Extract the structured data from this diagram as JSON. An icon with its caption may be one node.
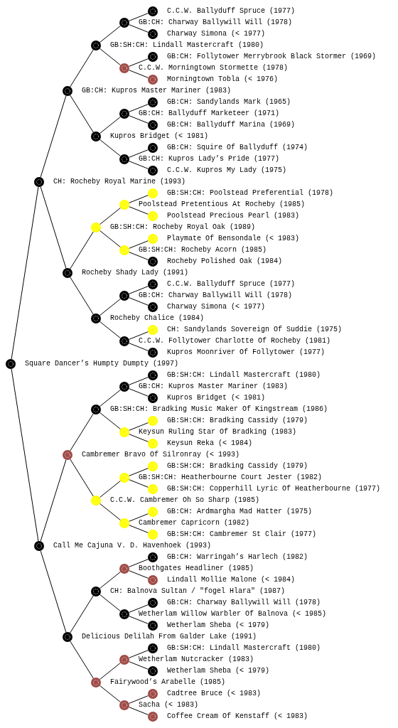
{
  "diagram": {
    "nodes": [
      {
        "text": [
          "C.C.W. Ballyduff Spruce (1977)"
        ]
      },
      {
        "text": [
          "GB:CH: Charway Ballywill Will (1978)"
        ]
      },
      {
        "text": [
          "Charway Simona (< 1977)"
        ]
      },
      {
        "text": [
          "GB:SH:CH: Lindall Mastercraft (1980)"
        ]
      },
      {
        "text": [
          "GB:CH: Follytower Merrybrook Black Stormer (1969)"
        ]
      },
      {
        "text": [
          "C.C.W. Morningtown Stormette (1978)"
        ]
      },
      {
        "text": [
          "Morningtown Tobla (< 1976)"
        ]
      },
      {
        "text": [
          "GB:CH: Kupros Master Mariner (1983)"
        ]
      },
      {
        "text": [
          "GB:CH: Sandylands Mark (1965)"
        ]
      },
      {
        "text": [
          "GB:CH: Ballyduff Marketeer (1971)"
        ]
      },
      {
        "text": [
          "GB:CH: Ballyduff Marina (1969)"
        ]
      },
      {
        "text": [
          "Kupros Bridget (< 1981)"
        ]
      },
      {
        "text": [
          "GB:CH: Squire Of Ballyduff (1974)"
        ]
      },
      {
        "text": [
          "GB:CH: Kupros Lady’s Pride (1977)"
        ]
      },
      {
        "text": [
          "C.C.W. Kupros My Lady (1975)"
        ]
      },
      {
        "text": [
          "CH: Rocheby Royal Marine (1993)"
        ]
      },
      {
        "text": [
          "GB:SH:CH: Poolstead Preferential (1978)"
        ]
      },
      {
        "text": [
          "Poolstead Pretentious At Rocheby (1985)"
        ]
      },
      {
        "text": [
          "Poolstead Precious Pearl (1983)"
        ]
      },
      {
        "text": [
          "GB:SH:CH: Rocheby Royal Oak (1989)"
        ]
      },
      {
        "text": [
          "Playmate Of Bensondale (< 1983)"
        ]
      },
      {
        "text": [
          "GB:SH:CH: Rocheby Acorn (1985)"
        ]
      },
      {
        "text": [
          "Rocheby Polished Oak (1984)"
        ]
      },
      {
        "text": [
          "Rocheby Shady Lady (1991)"
        ]
      },
      {
        "text": [
          "C.C.W. Ballyduff Spruce (1977)"
        ]
      },
      {
        "text": [
          "GB:CH: Charway Ballywill Will (1978)"
        ]
      },
      {
        "text": [
          "Charway Simona (< 1977)"
        ]
      },
      {
        "text": [
          "Rocheby Chalice (1984)"
        ]
      },
      {
        "text": [
          "CH: Sandylands Sovereign Of Suddie (1975)"
        ]
      },
      {
        "text": [
          "C.C.W. Follytower Charlotte Of Rocheby (1981)"
        ]
      },
      {
        "text": [
          "Kupros Moonriver Of Follytower (1977)"
        ]
      },
      {
        "text": [
          "Square Dancer’s Humpty Dumpty (1997)"
        ]
      },
      {
        "text": [
          "GB:SH:CH: Lindall Mastercraft (1980)"
        ]
      },
      {
        "text": [
          "GB:CH: Kupros Master Mariner (1983)"
        ]
      },
      {
        "text": [
          "Kupros Bridget (< 1981)"
        ]
      },
      {
        "text": [
          "GB:SH:CH: Bradking Music Maker Of Kingstream (1986)"
        ]
      },
      {
        "text": [
          "GB:SH:CH: Bradking Cassidy (1979)"
        ]
      },
      {
        "text": [
          "Keysun Ruling Star Of Bradking (1983)"
        ]
      },
      {
        "text": [
          "Keysun Reka (< 1984)"
        ]
      },
      {
        "text": [
          "Cambremer Bravo Of Silronray (< 1993)"
        ]
      },
      {
        "text": [
          "GB:SH:CH: Bradking Cassidy (1979)"
        ]
      },
      {
        "text": [
          "GB:SH:CH: Heatherbourne Court Jester (1982)"
        ]
      },
      {
        "text": [
          "GB:SH:CH: Copperhill Lyric Of Heatherbourne (1977)"
        ]
      },
      {
        "text": [
          "C.C.W. Cambremer Oh So Sharp (1985)"
        ]
      },
      {
        "text": [
          "GB:CH: Ardmargha Mad Hatter (1975)"
        ]
      },
      {
        "text": [
          "Cambremer Capricorn (1982)"
        ]
      },
      {
        "text": [
          "GB:SH:CH: Cambremer St Clair (1977)"
        ]
      },
      {
        "text": [
          "Call Me Cajuna V. D. Havenhoek (1993)"
        ]
      },
      {
        "text": [
          "GB:CH: Warringah’s Harlech (1982)"
        ]
      },
      {
        "text": [
          "Boothgates Headliner (1985)"
        ]
      },
      {
        "text": [
          "Lindall Mollie Malone (< 1984)"
        ]
      },
      {
        "text": [
          "CH: Balnova Sultan / \"fogel Hlara\" (1987)"
        ]
      },
      {
        "text": [
          "GB:CH: Charway Ballywill Will (1978)"
        ]
      },
      {
        "text": [
          "Wetherlam Willow Warbler Of Balnova (< 1985)"
        ]
      },
      {
        "text": [
          "Wetherlam Sheba (< 1979)"
        ]
      },
      {
        "text": [
          "Delicious Delilah From Galder Lake (1991)"
        ]
      },
      {
        "text": [
          "GB:SH:CH: Lindall Mastercraft (1980)"
        ]
      },
      {
        "text": [
          "Wetherlam Nutcracker (1983)"
        ]
      },
      {
        "text": [
          "Wetherlam Sheba (< 1979)"
        ]
      },
      {
        "text": [
          "Fairywood’s Arabelle (1985)"
        ]
      },
      {
        "text": [
          "Cadtree Bruce (< 1983)"
        ]
      },
      {
        "text": [
          "Sacha (< 1983)"
        ]
      },
      {
        "text": [
          "Coffee Cream Of Kenstaff (< 1983)"
        ]
      }
    ],
    "edges": [
      {
        "from": 1,
        "to": 0,
        "arrow": "none"
      },
      {
        "from": 1,
        "to": 2,
        "arrow": "none"
      },
      {
        "from": 3,
        "to": 1,
        "arrow": "none"
      },
      {
        "from": 3,
        "to": 5,
        "arrow": "none"
      },
      {
        "from": 5,
        "to": 4,
        "arrow": "none"
      },
      {
        "from": 5,
        "to": 6,
        "arrow": "none"
      },
      {
        "from": 7,
        "to": 3,
        "arrow": "none"
      },
      {
        "from": 7,
        "to": 11,
        "arrow": "none"
      },
      {
        "from": 9,
        "to": 8,
        "arrow": "none"
      },
      {
        "from": 9,
        "to": 10,
        "arrow": "none"
      },
      {
        "from": 11,
        "to": 9,
        "arrow": "none"
      },
      {
        "from": 11,
        "to": 13,
        "arrow": "none"
      },
      {
        "from": 13,
        "to": 12,
        "arrow": "none"
      },
      {
        "from": 13,
        "to": 14,
        "arrow": "none"
      },
      {
        "from": 15,
        "to": 7,
        "arrow": "none"
      },
      {
        "from": 15,
        "to": 23,
        "arrow": "none"
      },
      {
        "from": 17,
        "to": 16,
        "arrow": "none"
      },
      {
        "from": 17,
        "to": 18,
        "arrow": "none"
      },
      {
        "from": 19,
        "to": 17,
        "arrow": "none"
      },
      {
        "from": 19,
        "to": 21,
        "arrow": "none"
      },
      {
        "from": 21,
        "to": 20,
        "arrow": "none"
      },
      {
        "from": 21,
        "to": 22,
        "arrow": "none"
      },
      {
        "from": 23,
        "to": 19,
        "arrow": "none"
      },
      {
        "from": 23,
        "to": 27,
        "arrow": "none"
      },
      {
        "from": 25,
        "to": 24,
        "arrow": "none"
      },
      {
        "from": 25,
        "to": 26,
        "arrow": "none"
      },
      {
        "from": 27,
        "to": 25,
        "arrow": "none"
      },
      {
        "from": 27,
        "to": 29,
        "arrow": "none"
      },
      {
        "from": 29,
        "to": 28,
        "arrow": "none"
      },
      {
        "from": 29,
        "to": 30,
        "arrow": "none"
      },
      {
        "from": 31,
        "to": 15,
        "arrow": "none"
      },
      {
        "from": 31,
        "to": 47,
        "arrow": "none"
      },
      {
        "from": 33,
        "to": 32,
        "arrow": "none"
      },
      {
        "from": 33,
        "to": 34,
        "arrow": "none"
      },
      {
        "from": 35,
        "to": 33,
        "arrow": "none"
      },
      {
        "from": 35,
        "to": 37,
        "arrow": "none"
      },
      {
        "from": 37,
        "to": 36,
        "arrow": "none"
      },
      {
        "from": 37,
        "to": 38,
        "arrow": "none"
      },
      {
        "from": 39,
        "to": 35,
        "arrow": "none"
      },
      {
        "from": 39,
        "to": 43,
        "arrow": "none"
      },
      {
        "from": 41,
        "to": 40,
        "arrow": "none"
      },
      {
        "from": 41,
        "to": 42,
        "arrow": "none"
      },
      {
        "from": 43,
        "to": 41,
        "arrow": "none"
      },
      {
        "from": 43,
        "to": 45,
        "arrow": "none"
      },
      {
        "from": 45,
        "to": 44,
        "arrow": "none"
      },
      {
        "from": 45,
        "to": 46,
        "arrow": "none"
      },
      {
        "from": 47,
        "to": 39,
        "arrow": "none"
      },
      {
        "from": 47,
        "to": 55,
        "arrow": "none"
      },
      {
        "from": 49,
        "to": 48,
        "arrow": "none"
      },
      {
        "from": 49,
        "to": 50,
        "arrow": "none"
      },
      {
        "from": 51,
        "to": 49,
        "arrow": "none"
      },
      {
        "from": 51,
        "to": 53,
        "arrow": "none"
      },
      {
        "from": 53,
        "to": 52,
        "arrow": "none"
      },
      {
        "from": 53,
        "to": 54,
        "arrow": "none"
      },
      {
        "from": 55,
        "to": 51,
        "arrow": "none"
      },
      {
        "from": 55,
        "to": 59,
        "arrow": "none"
      },
      {
        "from": 57,
        "to": 56,
        "arrow": "none"
      },
      {
        "from": 57,
        "to": 58,
        "arrow": "none"
      },
      {
        "from": 59,
        "to": 57,
        "arrow": "none"
      },
      {
        "from": 59,
        "to": 61,
        "arrow": "none"
      },
      {
        "from": 61,
        "to": 60,
        "arrow": "none"
      },
      {
        "from": 61,
        "to": 62,
        "arrow": "none"
      }
    ]
  }
}
